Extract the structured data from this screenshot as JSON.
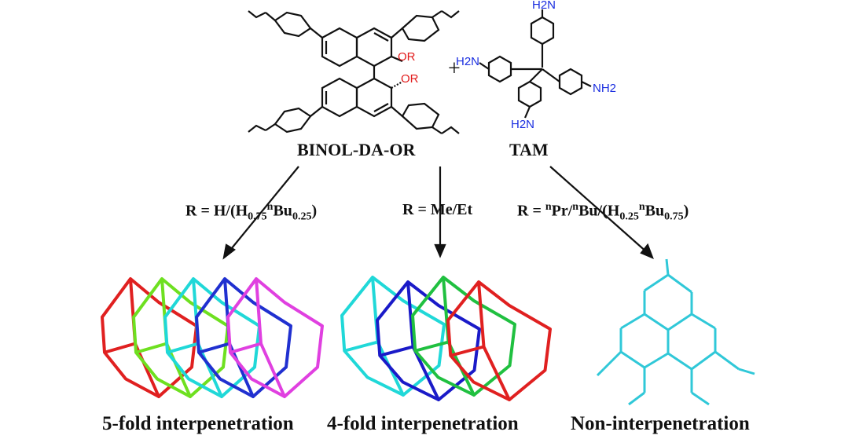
{
  "reactants": {
    "left_name": "BINOL-DA-OR",
    "right_name": "TAM",
    "plus": "+",
    "or_upper": "OR",
    "or_lower": "OR",
    "nh2_top": "H2N",
    "nh2_left": "H2N",
    "nh2_right": "NH2",
    "nh2_bottom": "H2N"
  },
  "conditions": [
    {
      "text": "R = H/(H0.75nBu0.25)",
      "parts": {
        "pre": "R = H/(H",
        "s1": "0.75",
        "sup": "n",
        "mid": "Bu",
        "s2": "0.25",
        "post": ")"
      }
    },
    {
      "text": "R = Me/Et"
    },
    {
      "text": "R = nPr/nBu/(H0.25nBu0.75)",
      "parts": {
        "pre": "R = ",
        "sup1": "n",
        "a": "Pr/",
        "sup2": "n",
        "b": "Bu/(H",
        "s1": "0.25",
        "sup3": "n",
        "c": "Bu",
        "s2": "0.75",
        "post": ")"
      }
    }
  ],
  "captions": [
    "5-fold interpenetration",
    "4-fold interpenetration",
    "Non-interpenetration"
  ],
  "colors": {
    "framework_5fold": [
      "#e02020",
      "#6ee020",
      "#20d8d8",
      "#2030d0",
      "#e040e0"
    ],
    "framework_4fold": [
      "#20d8d8",
      "#1a1ac8",
      "#20c040",
      "#e02020"
    ],
    "framework_non": [
      "#30c8d8"
    ],
    "nh2": "#1a2ee0",
    "or": "#e21b1b"
  }
}
